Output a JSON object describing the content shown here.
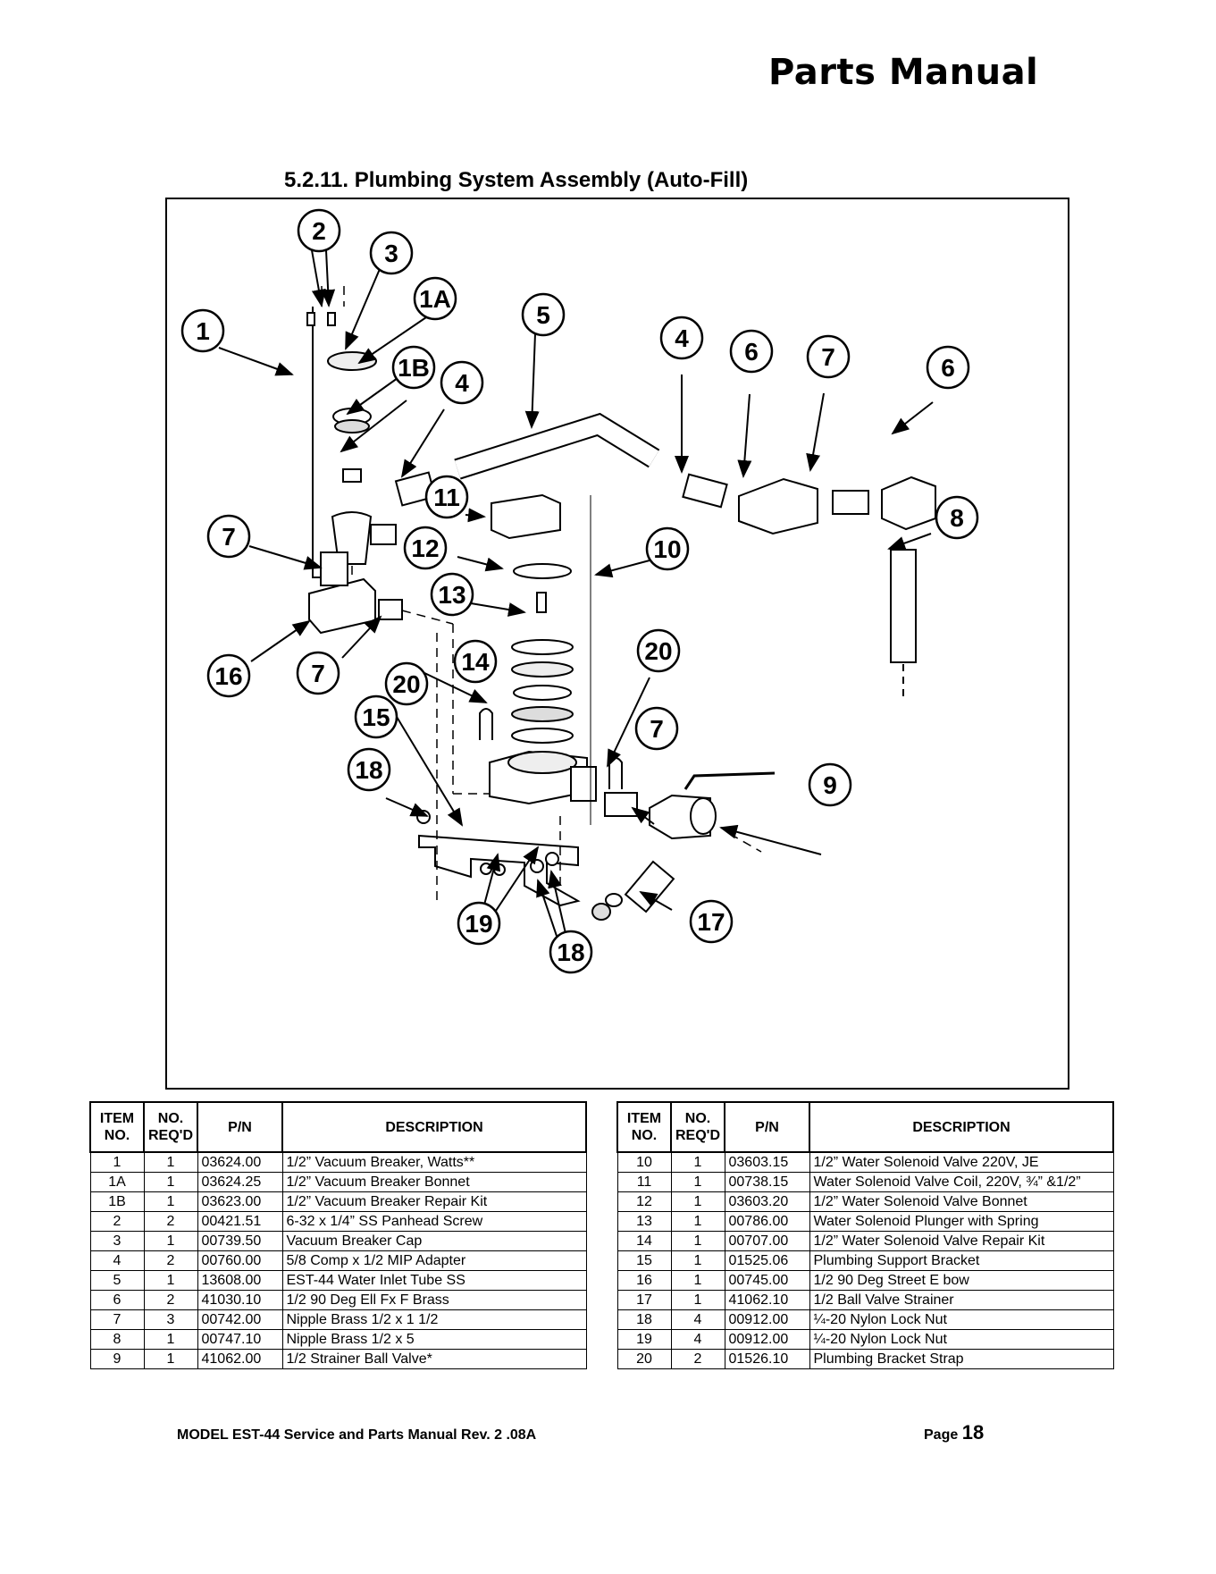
{
  "header": {
    "title": "Parts Manual"
  },
  "section": {
    "title": "5.2.11. Plumbing System Assembly (Auto-Fill)"
  },
  "diagram": {
    "callouts": [
      "2",
      "3",
      "1A",
      "1",
      "5",
      "1B",
      "4",
      "4",
      "6",
      "7",
      "6",
      "8",
      "11",
      "12",
      "10",
      "7",
      "13",
      "16",
      "7",
      "20",
      "14",
      "20",
      "15",
      "7",
      "18",
      "9",
      "19",
      "18",
      "17"
    ]
  },
  "tables": {
    "headers": {
      "item": [
        "ITEM",
        "NO."
      ],
      "req": [
        "NO.",
        "REQ'D"
      ],
      "pn": "P/N",
      "desc": "DESCRIPTION"
    },
    "left": [
      {
        "item": "1",
        "req": "1",
        "pn": "03624.00",
        "desc": "1/2” Vacuum Breaker, Watts**"
      },
      {
        "item": "1A",
        "req": "1",
        "pn": "03624.25",
        "desc": "1/2” Vacuum Breaker Bonnet"
      },
      {
        "item": "1B",
        "req": "1",
        "pn": "03623.00",
        "desc": "1/2” Vacuum Breaker Repair Kit"
      },
      {
        "item": "2",
        "req": "2",
        "pn": "00421.51",
        "desc": "6-32 x 1/4” SS Panhead Screw"
      },
      {
        "item": "3",
        "req": "1",
        "pn": "00739.50",
        "desc": "Vacuum Breaker Cap"
      },
      {
        "item": "4",
        "req": "2",
        "pn": "00760.00",
        "desc": "5/8 Comp x 1/2  MIP Adapter"
      },
      {
        "item": "5",
        "req": "1",
        "pn": "13608.00",
        "desc": "EST-44 Water Inlet Tube SS"
      },
      {
        "item": "6",
        "req": "2",
        "pn": "41030.10",
        "desc": "1/2  90 Deg Ell Fx F Brass"
      },
      {
        "item": "7",
        "req": "3",
        "pn": "00742.00",
        "desc": "Nipple Brass 1/2 x 1 1/2"
      },
      {
        "item": "8",
        "req": "1",
        "pn": "00747.10",
        "desc": "Nipple Brass 1/2 x 5"
      },
      {
        "item": "9",
        "req": "1",
        "pn": "41062.00",
        "desc": "1/2 Strainer Ball Valve*"
      }
    ],
    "right": [
      {
        "item": "10",
        "req": "1",
        "pn": "03603.15",
        "desc": "1/2” Water Solenoid Valve 220V, JE"
      },
      {
        "item": "11",
        "req": "1",
        "pn": "00738.15",
        "desc": "Water Solenoid Valve Coil, 220V, ¾” &1/2”"
      },
      {
        "item": "12",
        "req": "1",
        "pn": "03603.20",
        "desc": "1/2” Water Solenoid Valve Bonnet"
      },
      {
        "item": "13",
        "req": "1",
        "pn": "00786.00",
        "desc": "Water Solenoid Plunger with Spring"
      },
      {
        "item": "14",
        "req": "1",
        "pn": "00707.00",
        "desc": "1/2” Water Solenoid Valve Repair Kit"
      },
      {
        "item": "15",
        "req": "1",
        "pn": "01525.06",
        "desc": "Plumbing Support Bracket"
      },
      {
        "item": "16",
        "req": "1",
        "pn": "00745.00",
        "desc": "1/2 90 Deg Street E bow"
      },
      {
        "item": "17",
        "req": "1",
        "pn": "41062.10",
        "desc": "1/2 Ball Valve Strainer"
      },
      {
        "item": "18",
        "req": "4",
        "pn": "00912.00",
        "desc": "¼-20 Nylon Lock Nut"
      },
      {
        "item": "19",
        "req": "4",
        "pn": "00912.00",
        "desc": "¼-20 Nylon Lock Nut"
      },
      {
        "item": "20",
        "req": "2",
        "pn": "01526.10",
        "desc": "Plumbing  Bracket  Strap"
      }
    ]
  },
  "footer": {
    "model": "MODEL EST-44 Service and Parts Manual Rev. 2 .08A",
    "page_label": "Page",
    "page_number": "18"
  }
}
